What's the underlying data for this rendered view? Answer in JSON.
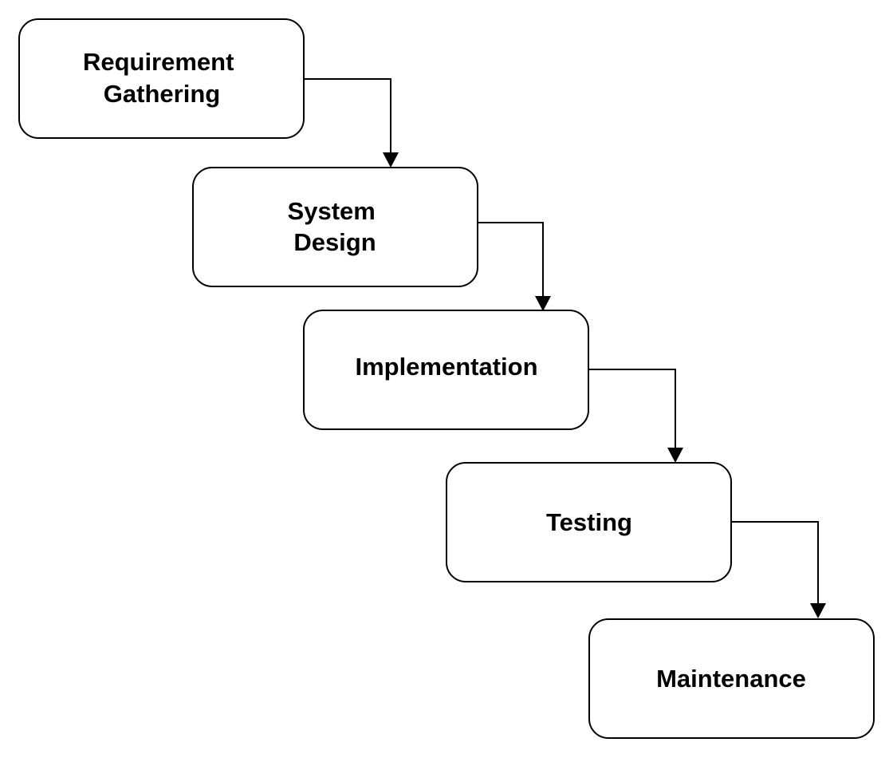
{
  "diagram": {
    "type": "flowchart",
    "stages": [
      {
        "lines": [
          "Requirement",
          "Gathering"
        ]
      },
      {
        "lines": [
          "System",
          "Design"
        ]
      },
      {
        "lines": [
          "Implementation"
        ]
      },
      {
        "lines": [
          "Testing"
        ]
      },
      {
        "lines": [
          "Maintenance"
        ]
      }
    ],
    "connections": [
      {
        "from": 0,
        "to": 1
      },
      {
        "from": 1,
        "to": 2
      },
      {
        "from": 2,
        "to": 3
      },
      {
        "from": 3,
        "to": 4
      }
    ],
    "colors": {
      "box_fill": "#ffffff",
      "stroke": "#000000",
      "text": "#000000",
      "background": "#ffffff"
    }
  }
}
